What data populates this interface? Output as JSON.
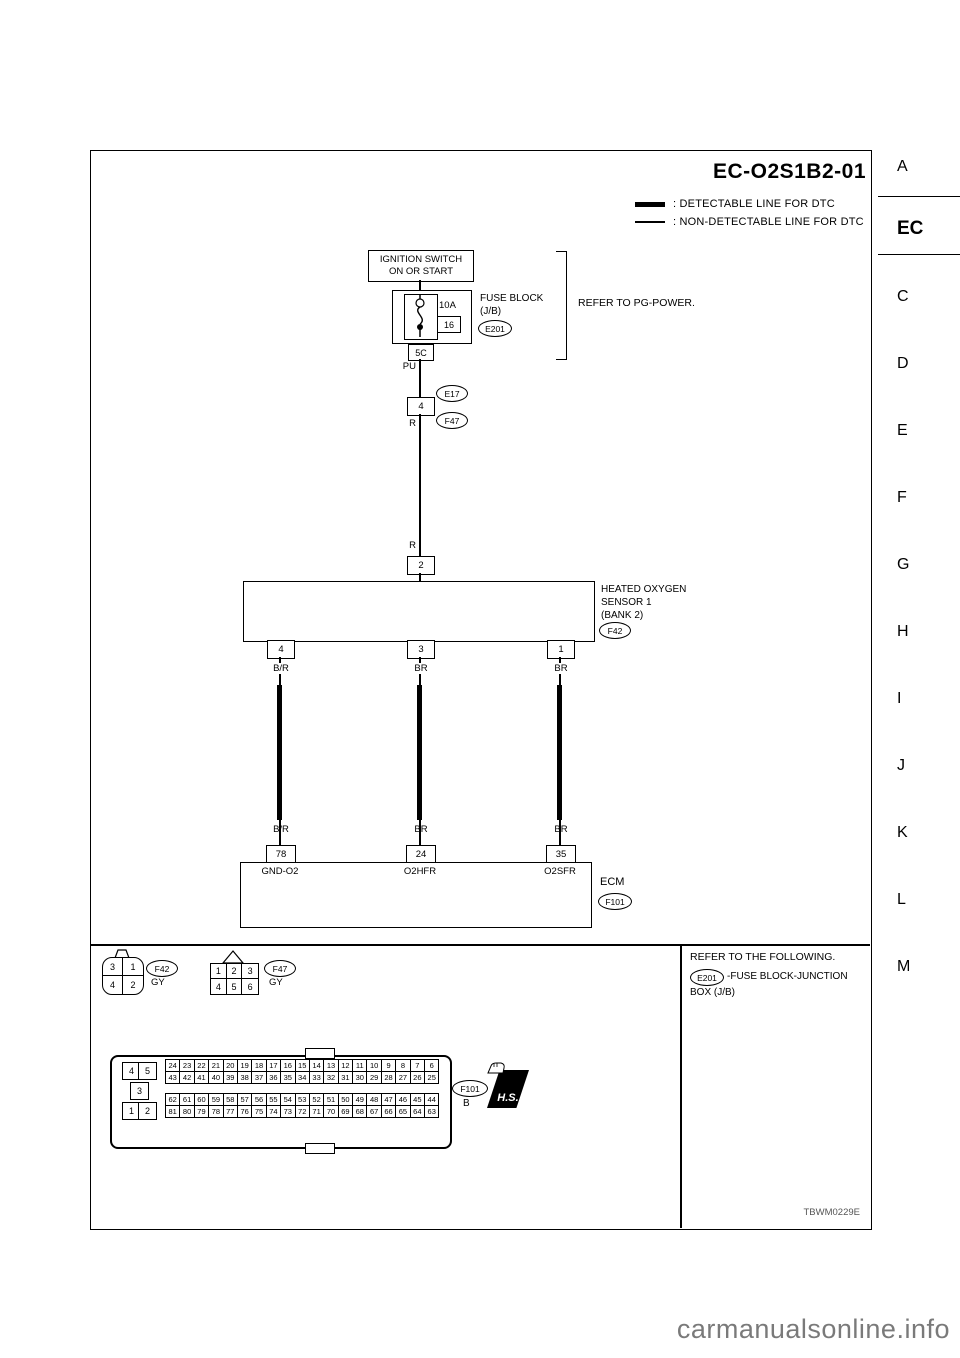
{
  "margin_index": {
    "letters": [
      "A",
      "EC",
      "C",
      "D",
      "E",
      "F",
      "G",
      "H",
      "I",
      "J",
      "K",
      "L",
      "M"
    ],
    "active": "EC"
  },
  "diagram": {
    "title": "EC-O2S1B2-01",
    "legend": {
      "detectable": ": DETECTABLE LINE FOR DTC",
      "non_detectable": ": NON-DETECTABLE LINE FOR DTC"
    },
    "ignition_switch": {
      "line1": "IGNITION SWITCH",
      "line2": "ON OR START"
    },
    "fuse_block": {
      "rating": "10A",
      "fuse_number": "16",
      "label1": "FUSE BLOCK",
      "label2": "(J/B)",
      "connector": "E201",
      "refer": "REFER TO PG-POWER.",
      "terminal": "5C"
    },
    "joint": {
      "terminal": "4",
      "upper_connector": "E17",
      "lower_connector": "F47"
    },
    "wire_colors": {
      "fuse_to_joint": "PU",
      "joint_to_sensor": "R"
    },
    "sensor": {
      "terminal": "2",
      "label1": "HEATED OXYGEN",
      "label2": "SENSOR 1",
      "label3": "(BANK 2)",
      "connector": "F42",
      "pins": [
        "4",
        "3",
        "1"
      ],
      "wire_colors": [
        "B/R",
        "BR",
        "BR"
      ]
    },
    "ecm": {
      "pins": [
        "78",
        "24",
        "35"
      ],
      "signals": [
        "GND-O2",
        "O2HFR",
        "O2SFR"
      ],
      "label": "ECM",
      "connector": "F101"
    },
    "refer_following": {
      "line1": "REFER TO THE FOLLOWING.",
      "connector": "E201",
      "line2": "-FUSE BLOCK-JUNCTION",
      "line3": "BOX (J/B)"
    },
    "connector_views": {
      "f42": {
        "name": "F42",
        "color": "GY",
        "rows": [
          [
            "3",
            "1"
          ],
          [
            "4",
            "2"
          ]
        ]
      },
      "f47": {
        "name": "F47",
        "color": "GY",
        "rows": [
          [
            "1",
            "2",
            "3"
          ],
          [
            "4",
            "5",
            "6"
          ]
        ]
      },
      "f101": {
        "name": "F101",
        "color": "B",
        "left_rows": [
          [
            "4",
            "5"
          ],
          [
            "3"
          ],
          [
            "1",
            "2"
          ]
        ],
        "pin_rows_top": [
          [
            "24",
            "23",
            "22",
            "21",
            "20",
            "19",
            "18",
            "17",
            "16",
            "15",
            "14",
            "13",
            "12",
            "11",
            "10",
            "9",
            "8",
            "7",
            "6"
          ],
          [
            "43",
            "42",
            "41",
            "40",
            "39",
            "38",
            "37",
            "36",
            "35",
            "34",
            "33",
            "32",
            "31",
            "30",
            "29",
            "28",
            "27",
            "26",
            "25"
          ]
        ],
        "pin_rows_bottom": [
          [
            "62",
            "61",
            "60",
            "59",
            "58",
            "57",
            "56",
            "55",
            "54",
            "53",
            "52",
            "51",
            "50",
            "49",
            "48",
            "47",
            "46",
            "45",
            "44"
          ],
          [
            "81",
            "80",
            "79",
            "78",
            "77",
            "76",
            "75",
            "74",
            "73",
            "72",
            "71",
            "70",
            "69",
            "68",
            "67",
            "66",
            "65",
            "64",
            "63"
          ]
        ],
        "hs": "H.S."
      }
    },
    "figure_code": "TBWM0229E"
  },
  "watermark": "carmanualsonline.info"
}
